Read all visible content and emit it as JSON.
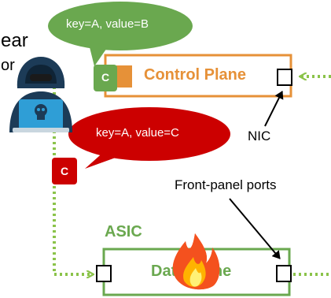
{
  "partial_text_top": "ear",
  "partial_text_second": "or",
  "bubble_top": "key=A, value=B",
  "bubble_attacker": "key=A, value=C",
  "tag_control": "C",
  "tag_attacker": "C",
  "control_plane_label": "Control Plane",
  "nic_label": "NIC",
  "front_panel_label": "Front-panel ports",
  "asic_label": "ASIC",
  "data_plane_label": "Data Plane",
  "colors": {
    "green": "#6aa84f",
    "light_green": "#8bc34a",
    "orange": "#e69138",
    "red": "#cc0000",
    "navy": "#1c3b57",
    "black": "#000000"
  },
  "icons": [
    "hacker-icon",
    "skull-icon",
    "fire-icon"
  ]
}
